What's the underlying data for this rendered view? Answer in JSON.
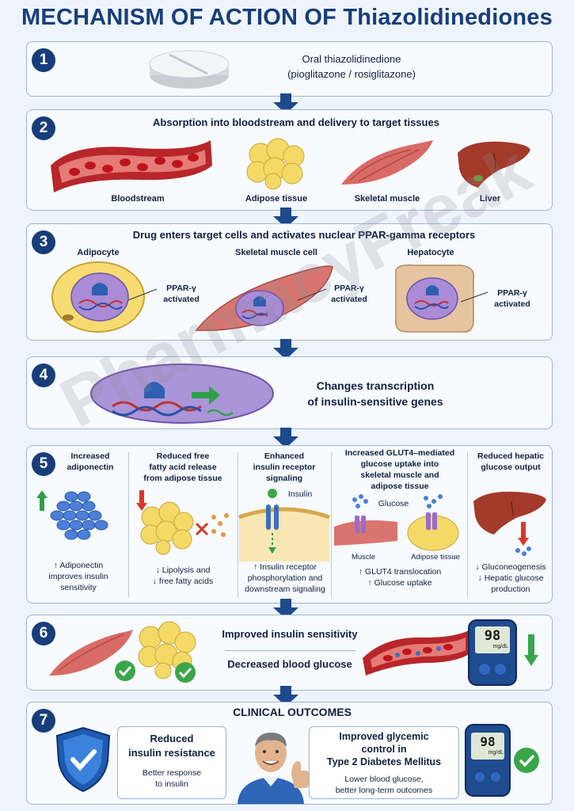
{
  "title": "MECHANISM OF ACTION OF Thiazolidinediones",
  "watermark": "PharmacyFreak",
  "step1": {
    "num": "1",
    "line1": "Oral thiazolidinedione",
    "line2": "(pioglitazone / rosiglitazone)"
  },
  "step2": {
    "num": "2",
    "heading": "Absorption into bloodstream and delivery to target tissues",
    "labels": [
      "Bloodstream",
      "Adipose tissue",
      "Skeletal muscle",
      "Liver"
    ]
  },
  "step3": {
    "num": "3",
    "heading": "Drug enters target cells and activates nuclear PPAR-gamma receptors",
    "cells": [
      "Adipocyte",
      "Skeletal muscle cell",
      "Hepatocyte"
    ],
    "receptor_line1": "PPAR-γ",
    "receptor_line2": "activated"
  },
  "step4": {
    "num": "4",
    "line1": "Changes transcription",
    "line2": "of insulin-sensitive genes"
  },
  "step5": {
    "num": "5",
    "columns": [
      {
        "title": [
          "Increased",
          "adiponectin"
        ],
        "footer": [
          "↑ Adiponectin",
          "improves insulin",
          "sensitivity"
        ]
      },
      {
        "title": [
          "Reduced free",
          "fatty acid release",
          "from adipose tissue"
        ],
        "footer": [
          "↓ Lipolysis and",
          "↓ free fatty acids"
        ]
      },
      {
        "title": [
          "Enhanced",
          "insulin receptor",
          "signaling"
        ],
        "footer": [
          "↑ Insulin receptor",
          "phosphorylation and",
          "downstream signaling"
        ],
        "insulin_label": "Insulin"
      },
      {
        "title": [
          "Increased GLUT4–mediated",
          "glucose uptake into",
          "skeletal muscle and",
          "adipose tissue"
        ],
        "footer": [
          "↑ GLUT4 translocation",
          "↑ Glucose uptake"
        ],
        "glucose_label": "Glucose",
        "muscle_label": "Muscle",
        "adipose_label": "Adipose tissue"
      },
      {
        "title": [
          "Reduced hepatic",
          "glucose output"
        ],
        "footer": [
          "↓ Gluconeogenesis",
          "↓ Hepatic glucose",
          "production"
        ]
      }
    ]
  },
  "step6": {
    "num": "6",
    "line1": "Improved insulin sensitivity",
    "line2": "Decreased blood glucose",
    "meter_value": "98",
    "meter_unit": "mg/dL"
  },
  "step7": {
    "num": "7",
    "heading": "CLINICAL OUTCOMES",
    "box1_title": [
      "Reduced",
      "insulin resistance"
    ],
    "box1_sub": [
      "Better response",
      "to insulin"
    ],
    "box2_title": [
      "Improved glycemic",
      "control in",
      "Type 2 Diabetes Mellitus"
    ],
    "box2_sub": [
      "Lower blood glucose,",
      "better long-term outcomes"
    ],
    "meter_value": "98",
    "meter_unit": "mg/dL"
  },
  "colors": {
    "navy": "#173e7a",
    "panel_border": "#9db6d6",
    "arrow": "#1c4a8c",
    "check_green": "#3aa64a",
    "down_red": "#d63a2a"
  }
}
